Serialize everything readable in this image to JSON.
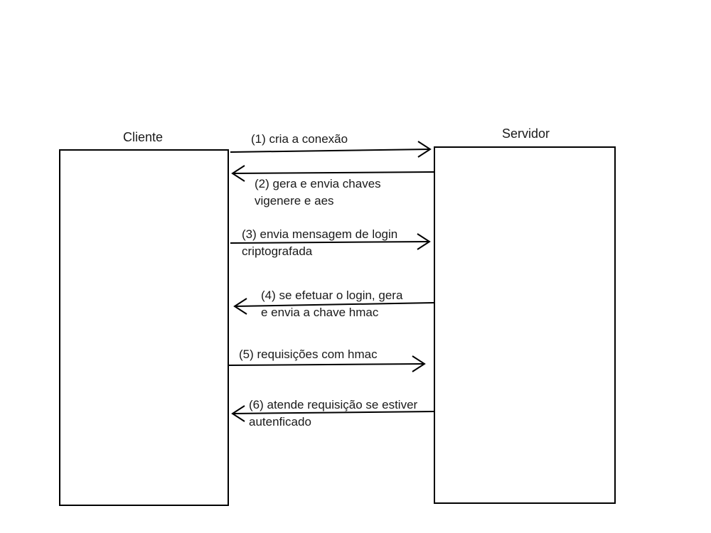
{
  "client": {
    "title": "Cliente"
  },
  "server": {
    "title": "Servidor"
  },
  "steps": [
    {
      "direction": "to-server",
      "lines": [
        "(1) cria a conexão"
      ]
    },
    {
      "direction": "to-client",
      "lines": [
        "(2) gera e envia chaves",
        "vigenere e aes"
      ]
    },
    {
      "direction": "to-server",
      "lines": [
        "(3) envia mensagem de login",
        "criptografada"
      ]
    },
    {
      "direction": "to-client",
      "lines": [
        "(4) se efetuar o login, gera",
        "e envia a chave hmac"
      ]
    },
    {
      "direction": "to-server",
      "lines": [
        "(5) requisições com hmac"
      ]
    },
    {
      "direction": "to-client",
      "lines": [
        "(6) atende requisição se estiver",
        "autenficado"
      ]
    }
  ]
}
